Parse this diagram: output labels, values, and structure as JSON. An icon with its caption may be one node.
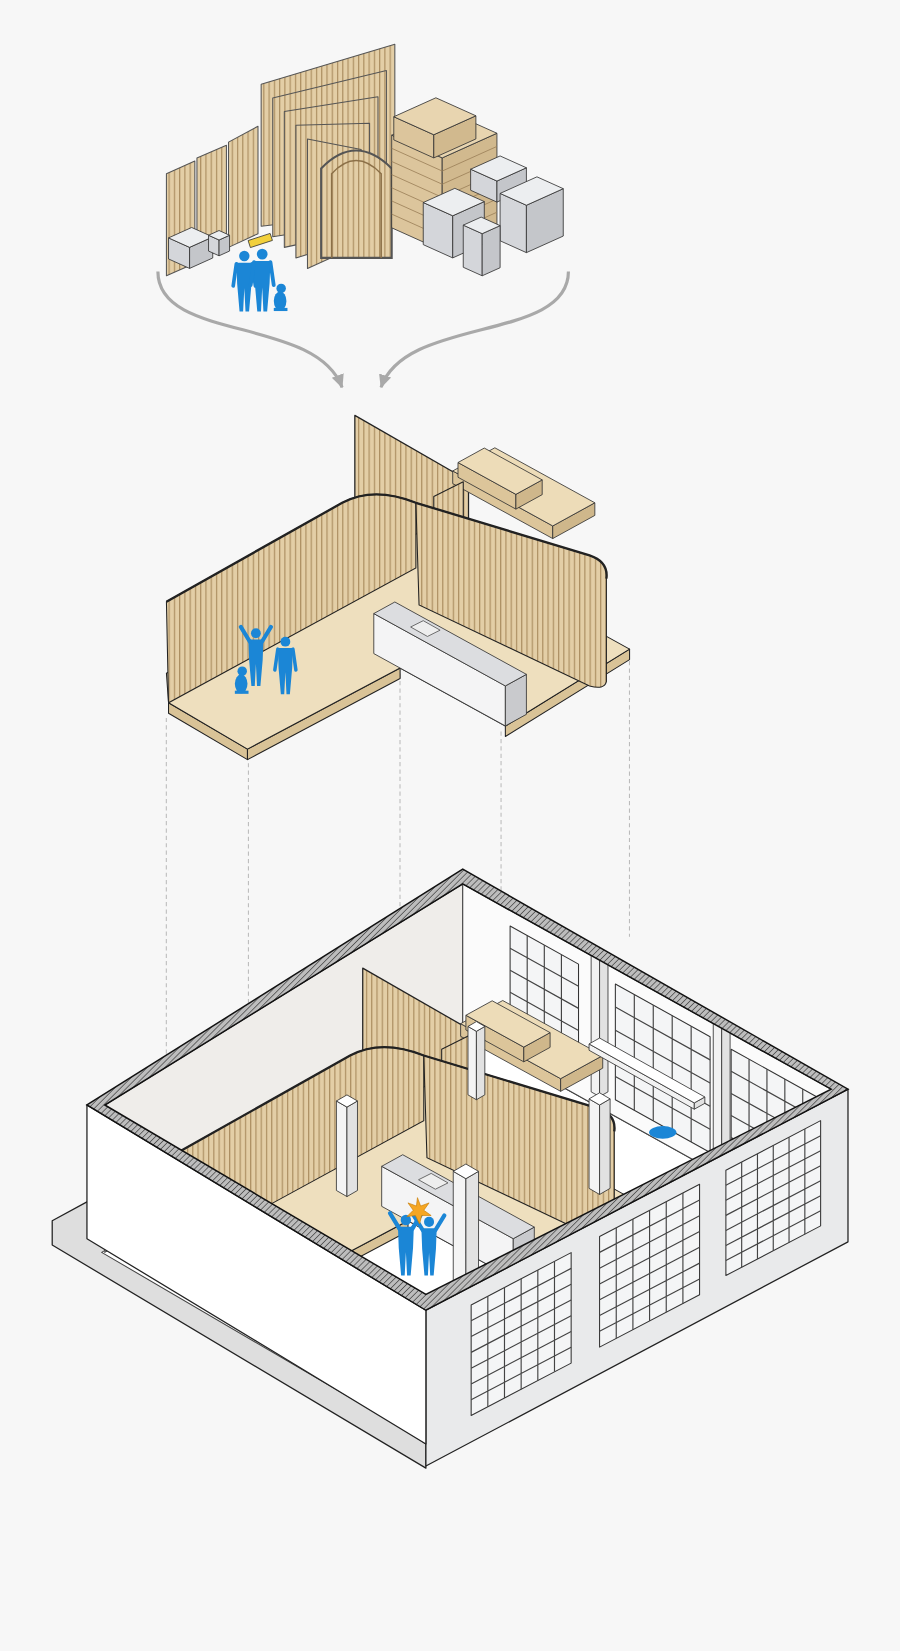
{
  "diagram": {
    "nodes": [
      {
        "text": [],
        "shape": "picture"
      },
      {
        "text": [],
        "shape": "picture"
      },
      {
        "text": [],
        "shape": "picture"
      }
    ],
    "edges": [
      {
        "from": 0,
        "to": 1,
        "arrow": "to"
      },
      {
        "from": 0,
        "to": 1,
        "arrow": "to"
      },
      {
        "from": 1,
        "to": 2,
        "arrow": "none",
        "style": "dashed"
      },
      {
        "from": 1,
        "to": 2,
        "arrow": "none",
        "style": "dashed"
      },
      {
        "from": 1,
        "to": 2,
        "arrow": "none",
        "style": "dashed"
      },
      {
        "from": 1,
        "to": 2,
        "arrow": "none",
        "style": "dashed"
      },
      {
        "from": 1,
        "to": 2,
        "arrow": "none",
        "style": "dashed"
      }
    ]
  }
}
